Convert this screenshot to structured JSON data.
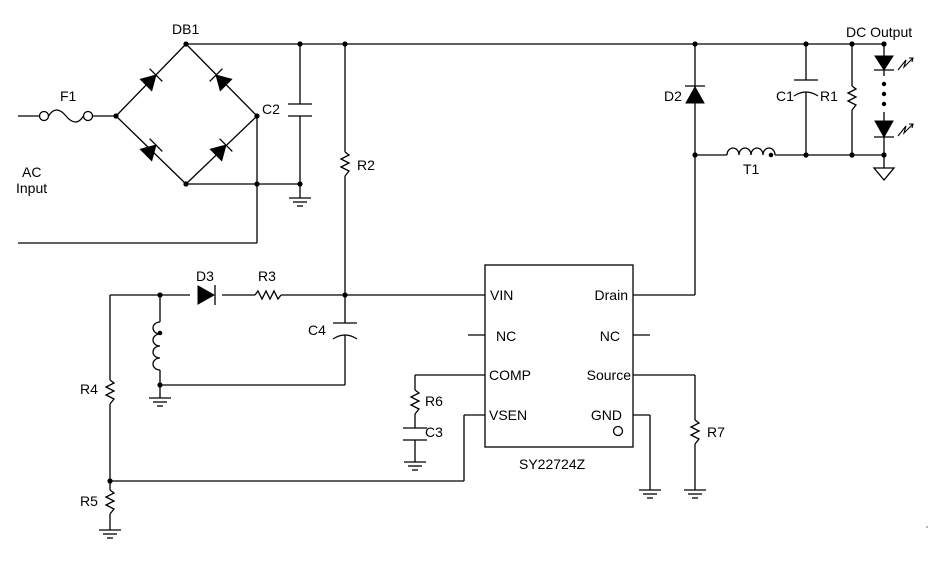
{
  "labels": {
    "db1": "DB1",
    "f1": "F1",
    "ac_input_line1": "AC",
    "ac_input_line2": "Input",
    "c2": "C2",
    "r2": "R2",
    "d2": "D2",
    "c1": "C1",
    "r1": "R1",
    "dc_output": "DC Output",
    "t1": "T1",
    "d3": "D3",
    "r3": "R3",
    "c4": "C4",
    "r4": "R4",
    "r5": "R5",
    "r6": "R6",
    "c3": "C3",
    "r7": "R7"
  },
  "ic": {
    "part_number": "SY22724Z",
    "pins": {
      "vin": "VIN",
      "nc_left": "NC",
      "comp": "COMP",
      "vsen": "VSEN",
      "drain": "Drain",
      "nc_right": "NC",
      "source": "Source",
      "gnd": "GND"
    }
  }
}
